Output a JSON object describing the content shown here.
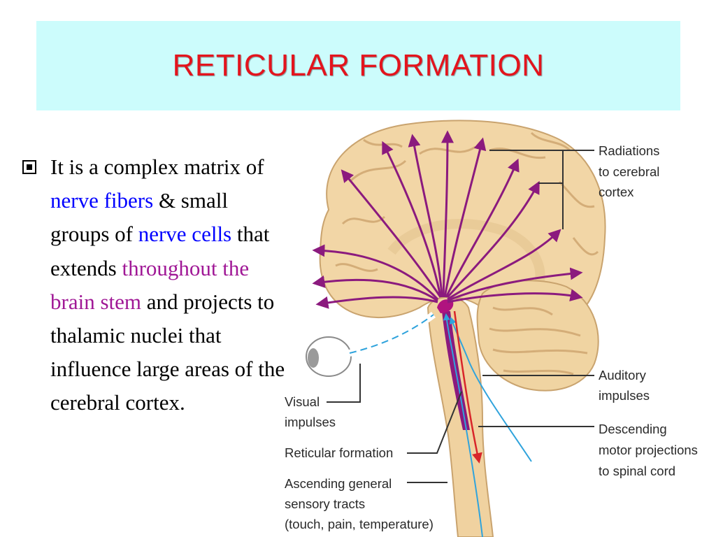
{
  "slide": {
    "title": "RETICULAR FORMATION"
  },
  "bullet": {
    "segments": [
      {
        "text": "It is a complex matrix of ",
        "style": "normal"
      },
      {
        "text": "nerve fibers",
        "style": "blue"
      },
      {
        "text": " & small groups of ",
        "style": "normal"
      },
      {
        "text": "nerve cells",
        "style": "blue"
      },
      {
        "text": " that extends ",
        "style": "normal"
      },
      {
        "text": "throughout the brain stem",
        "style": "purple"
      },
      {
        "text": " and projects to thalamic nuclei that influence large areas of the cerebral cortex.",
        "style": "normal"
      }
    ]
  },
  "figure": {
    "labels": {
      "radiations_1": "Radiations",
      "radiations_2": "to cerebral",
      "radiations_3": "cortex",
      "visual_1": "Visual",
      "visual_2": "impulses",
      "auditory_1": "Auditory",
      "auditory_2": "impulses",
      "descending_1": "Descending",
      "descending_2": "motor projections",
      "descending_3": "to spinal cord",
      "reticular": "Reticular formation",
      "ascending_1": "Ascending general",
      "ascending_2": "sensory tracts",
      "ascending_3": "(touch, pain, temperature)"
    }
  },
  "colors": {
    "title_band": "#ccfcfc",
    "title_text": "#e3141d",
    "highlight_blue": "#0000ff",
    "highlight_purple": "#a01896",
    "fiber_purple": "#8b1a7e",
    "sensory_blue": "#2fa3dc"
  }
}
